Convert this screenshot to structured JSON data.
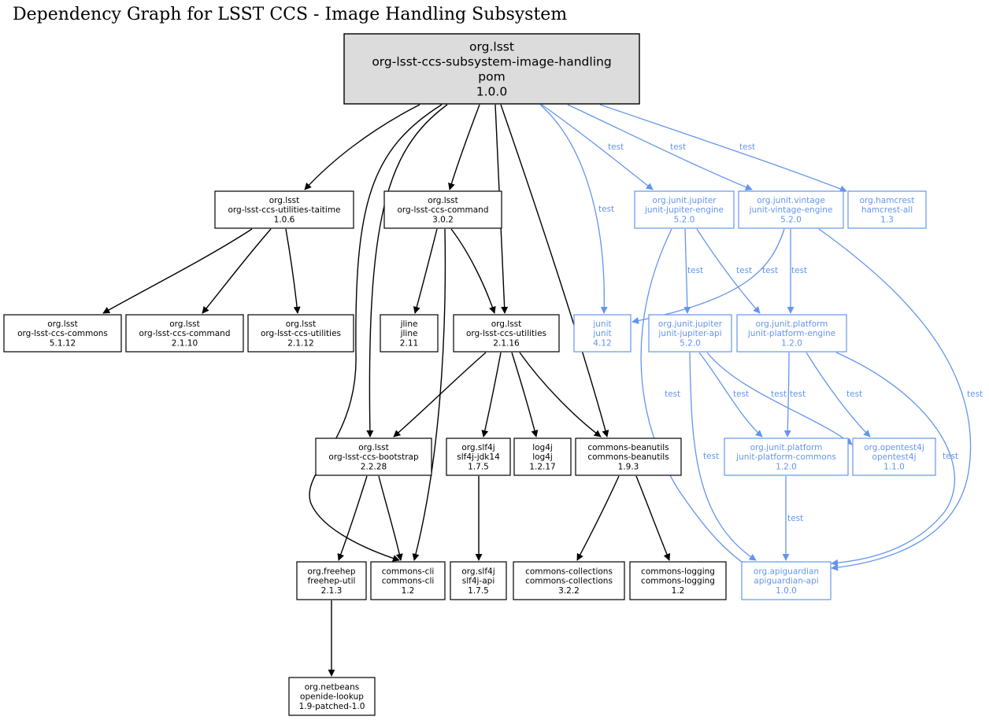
{
  "title": "Dependency Graph for LSST CCS - Image Handling Subsystem",
  "colors": {
    "compile": "#000000",
    "test": "#6495ed",
    "root_fill": "#dcdcdc"
  },
  "nodes": [
    {
      "id": "root",
      "lines": [
        "org.lsst",
        "org-lsst-ccs-subsystem-image-handling",
        "pom",
        "1.0.0"
      ],
      "scope": "root"
    },
    {
      "id": "taitime",
      "lines": [
        "org.lsst",
        "org-lsst-ccs-utilities-taitime",
        "1.0.6"
      ],
      "scope": "compile"
    },
    {
      "id": "command302",
      "lines": [
        "org.lsst",
        "org-lsst-ccs-command",
        "3.0.2"
      ],
      "scope": "compile"
    },
    {
      "id": "jupiter-engine",
      "lines": [
        "org.junit.jupiter",
        "junit-jupiter-engine",
        "5.2.0"
      ],
      "scope": "test"
    },
    {
      "id": "vintage-engine",
      "lines": [
        "org.junit.vintage",
        "junit-vintage-engine",
        "5.2.0"
      ],
      "scope": "test"
    },
    {
      "id": "hamcrest",
      "lines": [
        "org.hamcrest",
        "hamcrest-all",
        "1.3"
      ],
      "scope": "test"
    },
    {
      "id": "commons5112",
      "lines": [
        "org.lsst",
        "org-lsst-ccs-commons",
        "5.1.12"
      ],
      "scope": "compile"
    },
    {
      "id": "command2110",
      "lines": [
        "org.lsst",
        "org-lsst-ccs-command",
        "2.1.10"
      ],
      "scope": "compile"
    },
    {
      "id": "utilities2112",
      "lines": [
        "org.lsst",
        "org-lsst-ccs-utilities",
        "2.1.12"
      ],
      "scope": "compile"
    },
    {
      "id": "jline",
      "lines": [
        "jline",
        "jline",
        "2.11"
      ],
      "scope": "compile"
    },
    {
      "id": "utilities2116",
      "lines": [
        "org.lsst",
        "org-lsst-ccs-utilities",
        "2.1.16"
      ],
      "scope": "compile"
    },
    {
      "id": "junit",
      "lines": [
        "junit",
        "junit",
        "4.12"
      ],
      "scope": "test"
    },
    {
      "id": "jupiter-api",
      "lines": [
        "org.junit.jupiter",
        "junit-jupiter-api",
        "5.2.0"
      ],
      "scope": "test"
    },
    {
      "id": "platform-engine",
      "lines": [
        "org.junit.platform",
        "junit-platform-engine",
        "1.2.0"
      ],
      "scope": "test"
    },
    {
      "id": "bootstrap",
      "lines": [
        "org.lsst",
        "org-lsst-ccs-bootstrap",
        "2.2.28"
      ],
      "scope": "compile"
    },
    {
      "id": "slf4j-jdk14",
      "lines": [
        "org.slf4j",
        "slf4j-jdk14",
        "1.7.5"
      ],
      "scope": "compile"
    },
    {
      "id": "log4j",
      "lines": [
        "log4j",
        "log4j",
        "1.2.17"
      ],
      "scope": "compile"
    },
    {
      "id": "beanutils",
      "lines": [
        "commons-beanutils",
        "commons-beanutils",
        "1.9.3"
      ],
      "scope": "compile"
    },
    {
      "id": "platform-commons",
      "lines": [
        "org.junit.platform",
        "junit-platform-commons",
        "1.2.0"
      ],
      "scope": "test"
    },
    {
      "id": "opentest4j",
      "lines": [
        "org.opentest4j",
        "opentest4j",
        "1.1.0"
      ],
      "scope": "test"
    },
    {
      "id": "freehep",
      "lines": [
        "org.freehep",
        "freehep-util",
        "2.1.3"
      ],
      "scope": "compile"
    },
    {
      "id": "commons-cli",
      "lines": [
        "commons-cli",
        "commons-cli",
        "1.2"
      ],
      "scope": "compile"
    },
    {
      "id": "slf4j-api",
      "lines": [
        "org.slf4j",
        "slf4j-api",
        "1.7.5"
      ],
      "scope": "compile"
    },
    {
      "id": "commons-collections",
      "lines": [
        "commons-collections",
        "commons-collections",
        "3.2.2"
      ],
      "scope": "compile"
    },
    {
      "id": "commons-logging",
      "lines": [
        "commons-logging",
        "commons-logging",
        "1.2"
      ],
      "scope": "compile"
    },
    {
      "id": "apiguardian",
      "lines": [
        "org.apiguardian",
        "apiguardian-api",
        "1.0.0"
      ],
      "scope": "test"
    },
    {
      "id": "openide",
      "lines": [
        "org.netbeans",
        "openide-lookup",
        "1.9-patched-1.0"
      ],
      "scope": "compile"
    }
  ],
  "edges": [
    {
      "from": "root",
      "to": "taitime",
      "label": ""
    },
    {
      "from": "root",
      "to": "command302",
      "label": ""
    },
    {
      "from": "root",
      "to": "utilities2116",
      "label": ""
    },
    {
      "from": "root",
      "to": "beanutils",
      "label": ""
    },
    {
      "from": "root",
      "to": "bootstrap",
      "label": ""
    },
    {
      "from": "root",
      "to": "commons-cli",
      "label": ""
    },
    {
      "from": "root",
      "to": "junit",
      "label": "test"
    },
    {
      "from": "root",
      "to": "jupiter-engine",
      "label": "test"
    },
    {
      "from": "root",
      "to": "vintage-engine",
      "label": "test"
    },
    {
      "from": "root",
      "to": "hamcrest",
      "label": "test"
    },
    {
      "from": "taitime",
      "to": "commons5112",
      "label": ""
    },
    {
      "from": "taitime",
      "to": "command2110",
      "label": ""
    },
    {
      "from": "taitime",
      "to": "utilities2112",
      "label": ""
    },
    {
      "from": "command302",
      "to": "jline",
      "label": ""
    },
    {
      "from": "command302",
      "to": "utilities2116",
      "label": ""
    },
    {
      "from": "command302",
      "to": "commons-cli",
      "label": ""
    },
    {
      "from": "jupiter-engine",
      "to": "jupiter-api",
      "label": "test"
    },
    {
      "from": "jupiter-engine",
      "to": "platform-engine",
      "label": "test"
    },
    {
      "from": "jupiter-engine",
      "to": "apiguardian",
      "label": "test"
    },
    {
      "from": "vintage-engine",
      "to": "junit",
      "label": "test"
    },
    {
      "from": "vintage-engine",
      "to": "platform-engine",
      "label": "test"
    },
    {
      "from": "vintage-engine",
      "to": "apiguardian",
      "label": "test"
    },
    {
      "from": "utilities2116",
      "to": "bootstrap",
      "label": ""
    },
    {
      "from": "utilities2116",
      "to": "slf4j-jdk14",
      "label": ""
    },
    {
      "from": "utilities2116",
      "to": "log4j",
      "label": ""
    },
    {
      "from": "utilities2116",
      "to": "beanutils",
      "label": ""
    },
    {
      "from": "jupiter-api",
      "to": "platform-commons",
      "label": "test"
    },
    {
      "from": "jupiter-api",
      "to": "opentest4j",
      "label": "test"
    },
    {
      "from": "jupiter-api",
      "to": "apiguardian",
      "label": "test"
    },
    {
      "from": "platform-engine",
      "to": "platform-commons",
      "label": "test"
    },
    {
      "from": "platform-engine",
      "to": "opentest4j",
      "label": "test"
    },
    {
      "from": "platform-engine",
      "to": "apiguardian",
      "label": "test"
    },
    {
      "from": "bootstrap",
      "to": "freehep",
      "label": ""
    },
    {
      "from": "bootstrap",
      "to": "commons-cli",
      "label": ""
    },
    {
      "from": "slf4j-jdk14",
      "to": "slf4j-api",
      "label": ""
    },
    {
      "from": "beanutils",
      "to": "commons-collections",
      "label": ""
    },
    {
      "from": "beanutils",
      "to": "commons-logging",
      "label": ""
    },
    {
      "from": "platform-commons",
      "to": "apiguardian",
      "label": "test"
    },
    {
      "from": "freehep",
      "to": "openide",
      "label": ""
    }
  ]
}
